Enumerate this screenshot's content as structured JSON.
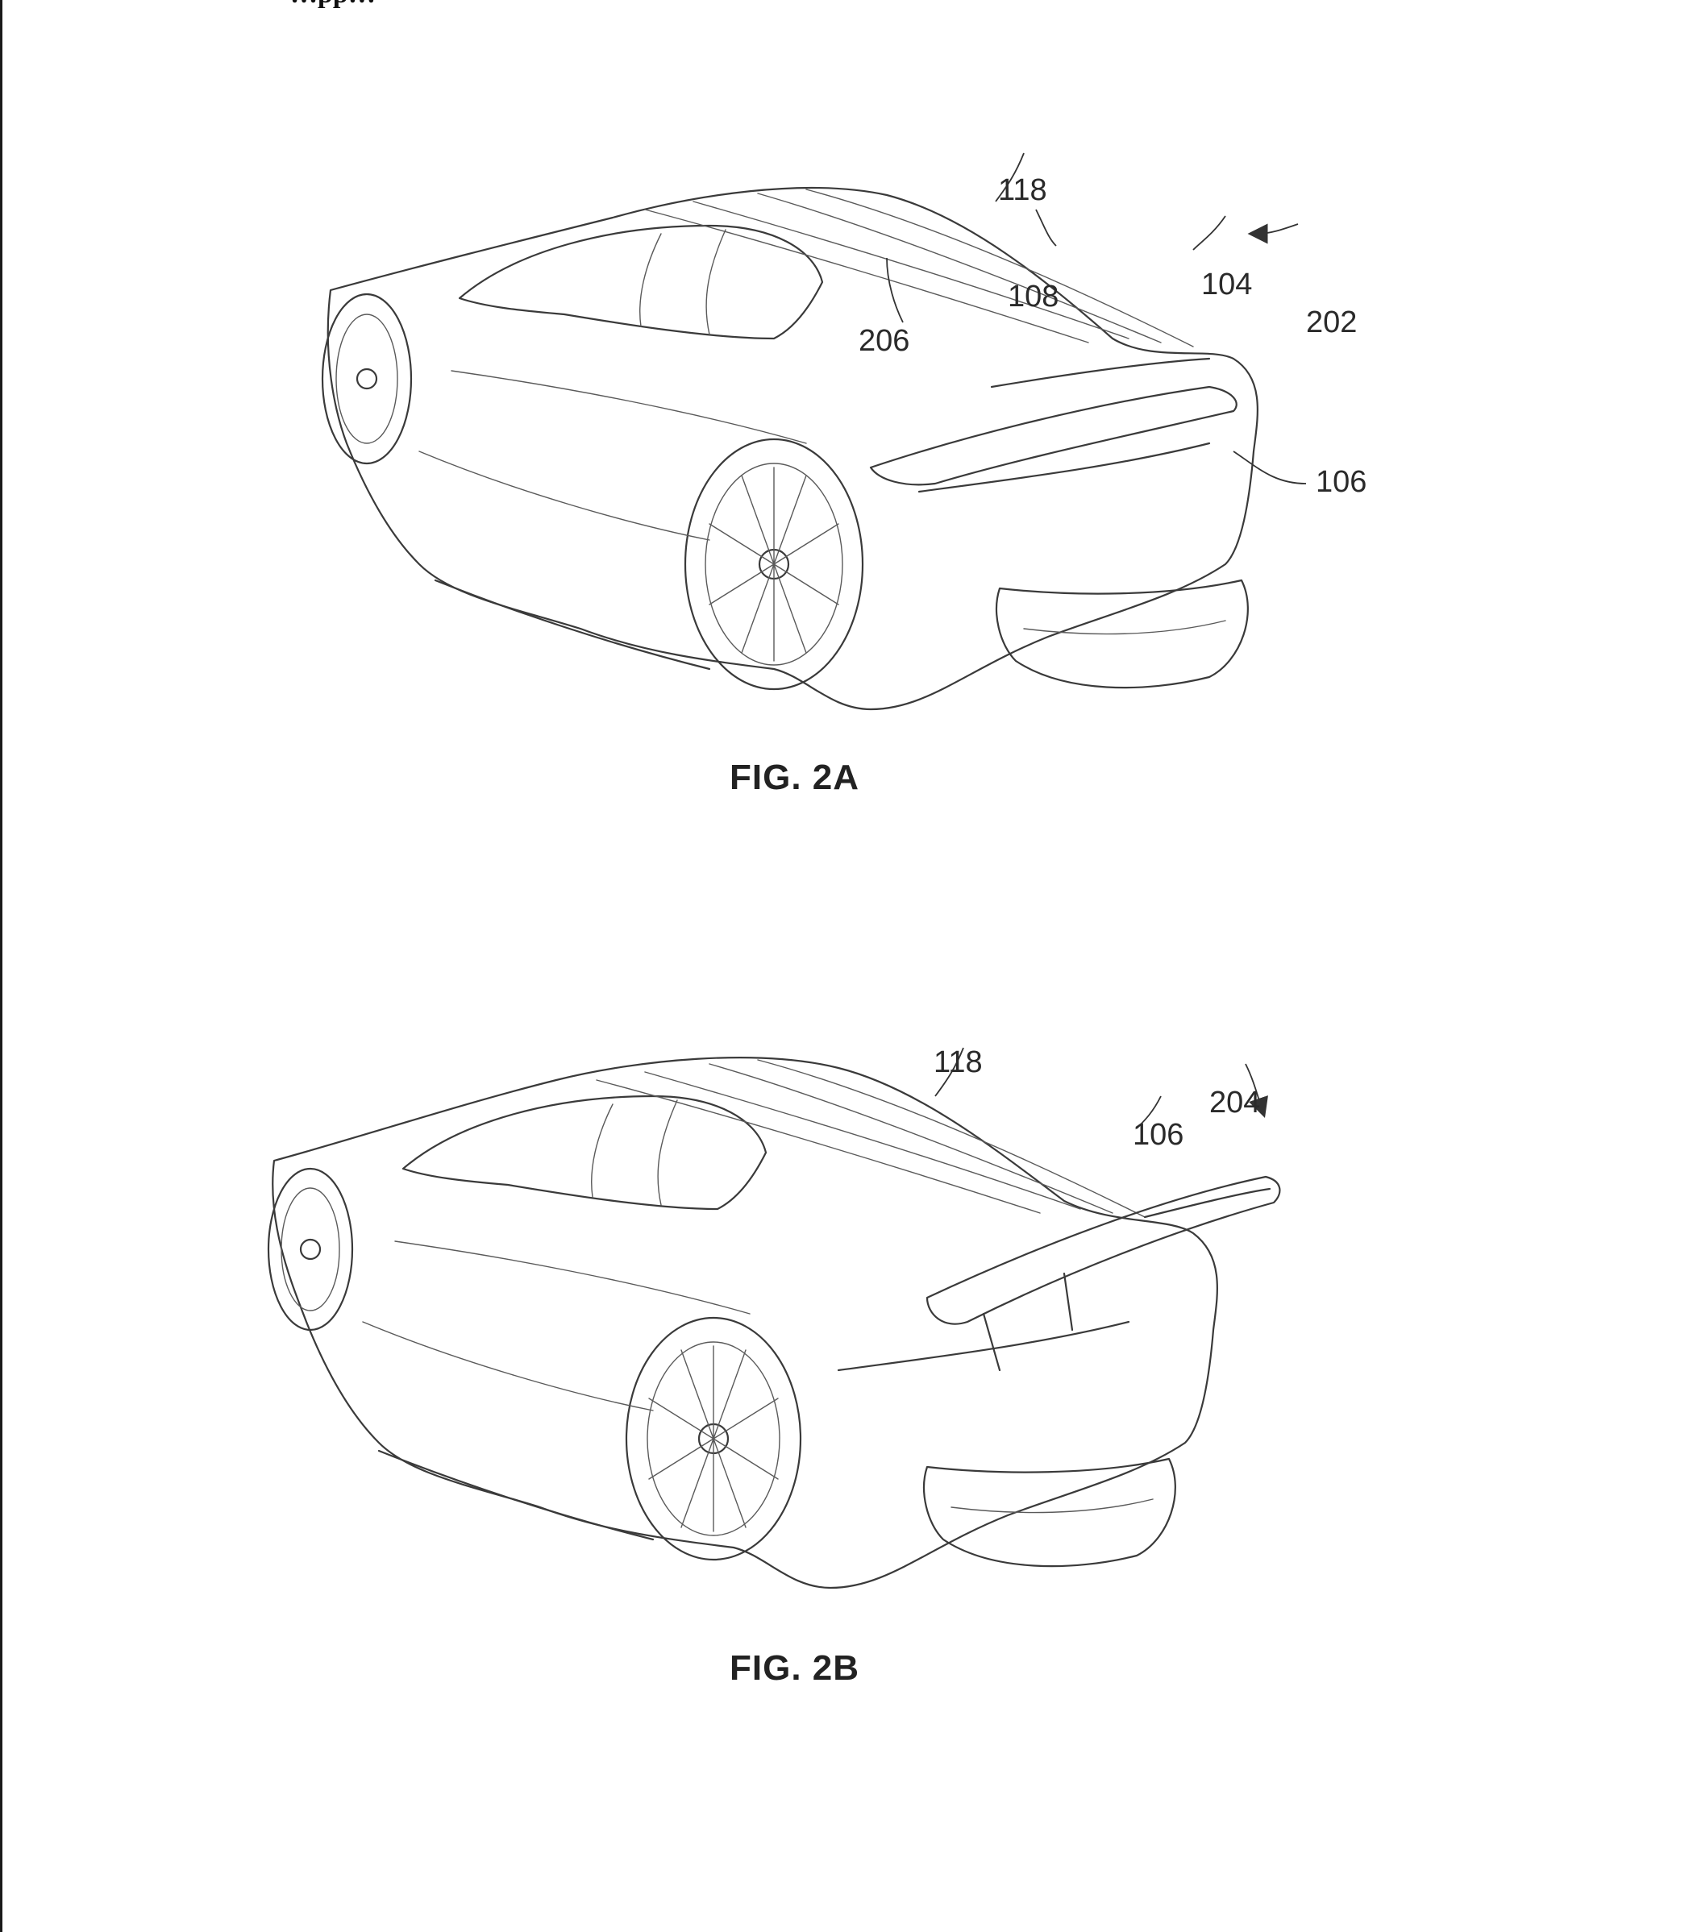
{
  "header": {
    "partial_text": "…pp…"
  },
  "figures": [
    {
      "id": "fig-2a",
      "caption": "FIG. 2A",
      "reference_numerals": [
        "118",
        "104",
        "108",
        "202",
        "206",
        "106"
      ]
    },
    {
      "id": "fig-2b",
      "caption": "FIG. 2B",
      "reference_numerals": [
        "118",
        "204",
        "106"
      ]
    }
  ],
  "colors": {
    "line": "#3a3a3a",
    "background": "#ffffff"
  }
}
